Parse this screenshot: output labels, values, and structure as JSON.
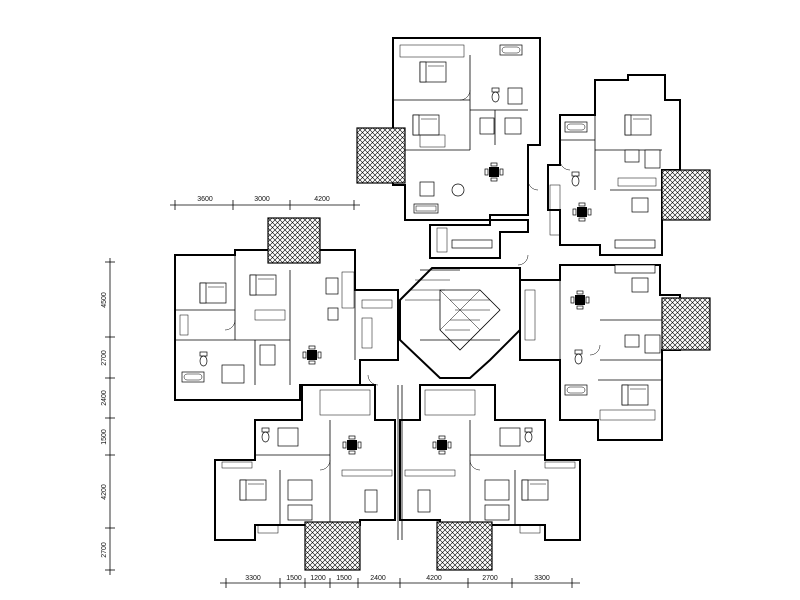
{
  "dimensions": {
    "top_chain": [
      "3600",
      "3000",
      "4200"
    ],
    "left_chain": [
      "4500",
      "2700",
      "2400",
      "1500",
      "4200",
      "2700"
    ],
    "bottom_chain": [
      "3300",
      "1500",
      "1200",
      "1500",
      "2400",
      "4200",
      "2700",
      "3300"
    ]
  }
}
